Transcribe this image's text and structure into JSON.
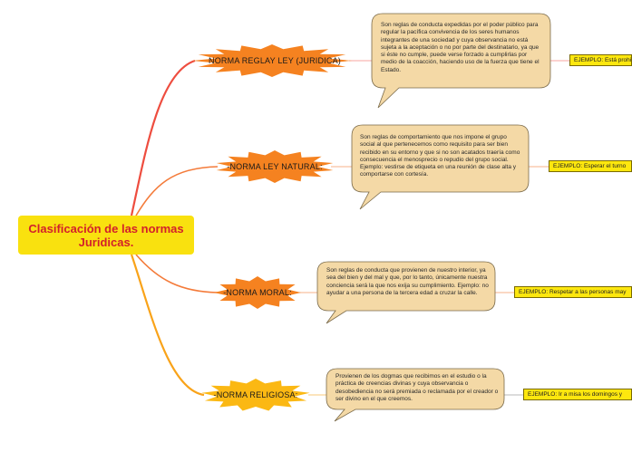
{
  "central": {
    "title": "Clasificación de las normas Juridicas."
  },
  "branches": [
    {
      "label": "NORMA REGLAY LEY (JURIDICA)",
      "definition": "Son reglas de conducta expedidas por el poder público para regular la pacífica convivencia de los seres humanos integrantes de una sociedad y cuya observancia no está sujeta a la aceptación o no por parte del destinatario, ya que si éste no cumple, puede verse forzado a cumplirlas por medio de la coacción, haciendo uso de la fuerza que tiene el Estado.",
      "example": "EJEMPLO: Está prohi",
      "colors": {
        "fill": "#f58220",
        "line": "#ee4d3f"
      }
    },
    {
      "label": "-NORMA LEY NATURAL:",
      "definition": "Son reglas de comportamiento que nos impone el grupo social al que pertenecemos como requisito para ser bien recibido en su entorno y que si no son acatados traería como consecuencia el menosprecio o repudio del grupo social. Ejemplo: vestirse de etiqueta en una reunión de clase alta y comportarse con cortesía.",
      "example": "EJEMPLO: Esperar el turno",
      "colors": {
        "fill": "#f58220",
        "line": "#f47b3a"
      }
    },
    {
      "label": "-NORMA MORAL:",
      "definition": "Son reglas de conducta que provienen de nuestro interior, ya sea del bien y del mal y que, por lo tanto, únicamente nuestra conciencia será la que nos exija su cumplimiento. Ejemplo: no ayudar a una persona de la tercera edad a cruzar la calle.",
      "example": "EJEMPLO: Respetar a las personas may",
      "colors": {
        "fill": "#f58220",
        "line": "#f47b3a"
      }
    },
    {
      "label": "-NORMA RELIGIOSA:",
      "definition": "Provienen de los dogmas que recibimos en el estudio o la práctica de creencias divinas y cuya observancia o desobediencia no será premiada o reclamada por el creador o ser divino en el que creemos.",
      "example": "EJEMPLO: Ir a misa los domingos y",
      "colors": {
        "fill": "#fbb813",
        "line": "#f9a319"
      }
    }
  ],
  "colors": {
    "central_fill": "#f9e10f",
    "central_text": "#d3202a",
    "bubble_fill": "#f4d9a6",
    "bubble_stroke": "#7a6a4a",
    "example_fill": "#fde70e"
  }
}
